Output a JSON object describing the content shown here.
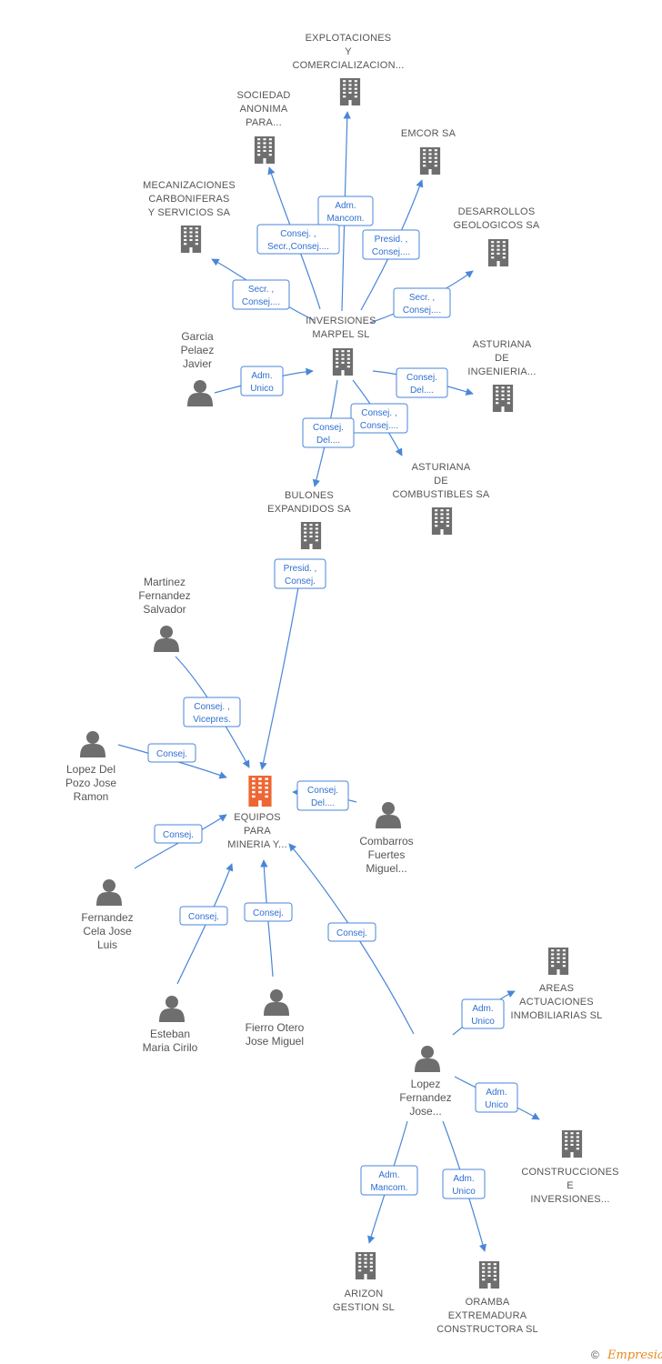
{
  "colors": {
    "edge": "#4a86d8",
    "badge_text": "#2f6fd0",
    "company": "#6e6e6e",
    "focus": "#ee6633",
    "person": "#6e6e6e",
    "label": "#555555",
    "brand": "#e8891e"
  },
  "focus": {
    "lines": [
      "EQUIPOS",
      "PARA",
      "MINERIA Y..."
    ],
    "icon": "building-icon"
  },
  "companies": [
    {
      "id": "inv",
      "lines": [
        "INVERSIONES",
        "MARPEL SL"
      ]
    },
    {
      "id": "expl",
      "lines": [
        "EXPLOTACIONES",
        "Y",
        "COMERCIALIZACION..."
      ]
    },
    {
      "id": "soc",
      "lines": [
        "SOCIEDAD",
        "ANONIMA",
        "PARA..."
      ]
    },
    {
      "id": "emcor",
      "lines": [
        "EMCOR SA"
      ]
    },
    {
      "id": "meca",
      "lines": [
        "MECANIZACIONES",
        "CARBONIFERAS",
        "Y SERVICIOS SA"
      ]
    },
    {
      "id": "desa",
      "lines": [
        "DESARROLLOS",
        "GEOLOGICOS SA"
      ]
    },
    {
      "id": "ast_ing",
      "lines": [
        "ASTURIANA",
        "DE",
        "INGENIERIA..."
      ]
    },
    {
      "id": "ast_comb",
      "lines": [
        "ASTURIANA",
        "DE",
        "COMBUSTIBLES SA"
      ]
    },
    {
      "id": "bulones",
      "lines": [
        "BULONES",
        "EXPANDIDOS SA"
      ]
    },
    {
      "id": "areas",
      "lines": [
        "AREAS",
        "ACTUACIONES",
        "INMOBILIARIAS SL"
      ]
    },
    {
      "id": "constr",
      "lines": [
        "CONSTRUCCIONES",
        "E",
        "INVERSIONES..."
      ]
    },
    {
      "id": "arizon",
      "lines": [
        "ARIZON",
        "GESTION SL"
      ]
    },
    {
      "id": "oramba",
      "lines": [
        "ORAMBA",
        "EXTREMADURA",
        "CONSTRUCTORA SL"
      ]
    }
  ],
  "persons": [
    {
      "id": "garcia",
      "lines": [
        "Garcia",
        "Pelaez",
        "Javier"
      ]
    },
    {
      "id": "martinez",
      "lines": [
        "Martinez",
        "Fernandez",
        "Salvador"
      ]
    },
    {
      "id": "lopezdel",
      "lines": [
        "Lopez Del",
        "Pozo Jose",
        "Ramon"
      ]
    },
    {
      "id": "combarros",
      "lines": [
        "Combarros",
        "Fuertes",
        "Miguel..."
      ]
    },
    {
      "id": "fcela",
      "lines": [
        "Fernandez",
        "Cela Jose",
        "Luis"
      ]
    },
    {
      "id": "esteban",
      "lines": [
        "Esteban",
        "Maria Cirilo"
      ]
    },
    {
      "id": "fierro",
      "lines": [
        "Fierro Otero",
        "Jose Miguel"
      ]
    },
    {
      "id": "lopezf",
      "lines": [
        "Lopez",
        "Fernandez",
        "Jose..."
      ]
    }
  ],
  "relations": [
    {
      "id": "inv-expl",
      "lines": [
        "Adm.",
        "Mancom."
      ]
    },
    {
      "id": "inv-soc",
      "lines": [
        "Consej. ,",
        "Secr.,Consej...."
      ]
    },
    {
      "id": "inv-emcor",
      "lines": [
        "Presid. ,",
        "Consej...."
      ]
    },
    {
      "id": "inv-meca",
      "lines": [
        "Secr. ,",
        "Consej...."
      ]
    },
    {
      "id": "inv-desa",
      "lines": [
        "Secr. ,",
        "Consej...."
      ]
    },
    {
      "id": "garcia-inv",
      "lines": [
        "Adm.",
        "Unico"
      ]
    },
    {
      "id": "inv-ast_ing",
      "lines": [
        "Consej.",
        "Del...."
      ]
    },
    {
      "id": "inv-ast_comb",
      "lines": [
        "Consej. ,",
        "Consej...."
      ]
    },
    {
      "id": "inv-bulones",
      "lines": [
        "Consej.",
        "Del...."
      ]
    },
    {
      "id": "bulones-focus",
      "lines": [
        "Presid. ,",
        "Consej."
      ]
    },
    {
      "id": "martinez-focus",
      "lines": [
        "Consej. ,",
        "Vicepres."
      ]
    },
    {
      "id": "lopezdel-focus",
      "lines": [
        "Consej."
      ]
    },
    {
      "id": "combarros-focus",
      "lines": [
        "Consej.",
        "Del...."
      ]
    },
    {
      "id": "fcela-focus",
      "lines": [
        "Consej."
      ]
    },
    {
      "id": "esteban-focus",
      "lines": [
        "Consej."
      ]
    },
    {
      "id": "fierro-focus",
      "lines": [
        "Consej."
      ]
    },
    {
      "id": "lopezf-focus",
      "lines": [
        "Consej."
      ]
    },
    {
      "id": "lopezf-areas",
      "lines": [
        "Adm.",
        "Unico"
      ]
    },
    {
      "id": "lopezf-constr",
      "lines": [
        "Adm.",
        "Unico"
      ]
    },
    {
      "id": "lopezf-arizon",
      "lines": [
        "Adm.",
        "Mancom."
      ]
    },
    {
      "id": "lopezf-oramba",
      "lines": [
        "Adm.",
        "Unico"
      ]
    }
  ],
  "footer": {
    "copyright": "©",
    "brand": "Empresia"
  }
}
